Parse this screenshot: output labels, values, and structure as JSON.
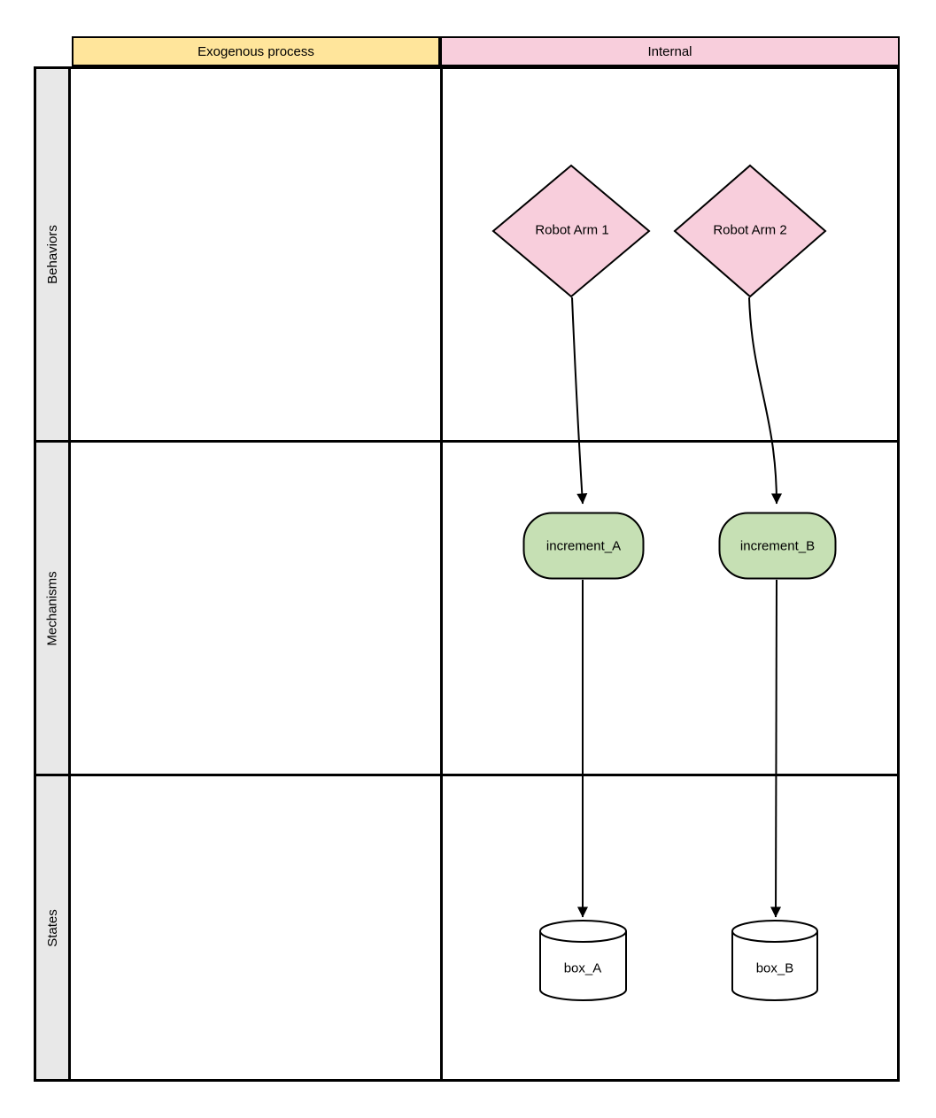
{
  "colors": {
    "header_yellow": "#FFE59B",
    "header_pink": "#F8CEDC",
    "node_pink": "#F8CEDC",
    "node_green": "#C6E0B4",
    "node_white": "#FFFFFF",
    "row_label_gray": "#E8E8E8",
    "line_black": "#000000"
  },
  "grid": {
    "column_headers": [
      {
        "label": "Exogenous process"
      },
      {
        "label": "Internal"
      }
    ],
    "row_labels": [
      {
        "label": "Behaviors"
      },
      {
        "label": "Mechanisms"
      },
      {
        "label": "States"
      }
    ]
  },
  "nodes": [
    {
      "id": "robot-arm-1",
      "label": "Robot Arm 1",
      "shape": "diamond",
      "row": "Behaviors",
      "column": "Internal"
    },
    {
      "id": "robot-arm-2",
      "label": "Robot Arm 2",
      "shape": "diamond",
      "row": "Behaviors",
      "column": "Internal"
    },
    {
      "id": "increment_A",
      "label": "increment_A",
      "shape": "rounded-rectangle",
      "row": "Mechanisms",
      "column": "Internal"
    },
    {
      "id": "increment_B",
      "label": "increment_B",
      "shape": "rounded-rectangle",
      "row": "Mechanisms",
      "column": "Internal"
    },
    {
      "id": "box_A",
      "label": "box_A",
      "shape": "cylinder",
      "row": "States",
      "column": "Internal"
    },
    {
      "id": "box_B",
      "label": "box_B",
      "shape": "cylinder",
      "row": "States",
      "column": "Internal"
    }
  ],
  "edges": [
    {
      "from": "Robot Arm 1",
      "to": "increment_A"
    },
    {
      "from": "Robot Arm 2",
      "to": "increment_B"
    },
    {
      "from": "increment_A",
      "to": "box_A"
    },
    {
      "from": "increment_B",
      "to": "box_B"
    }
  ]
}
